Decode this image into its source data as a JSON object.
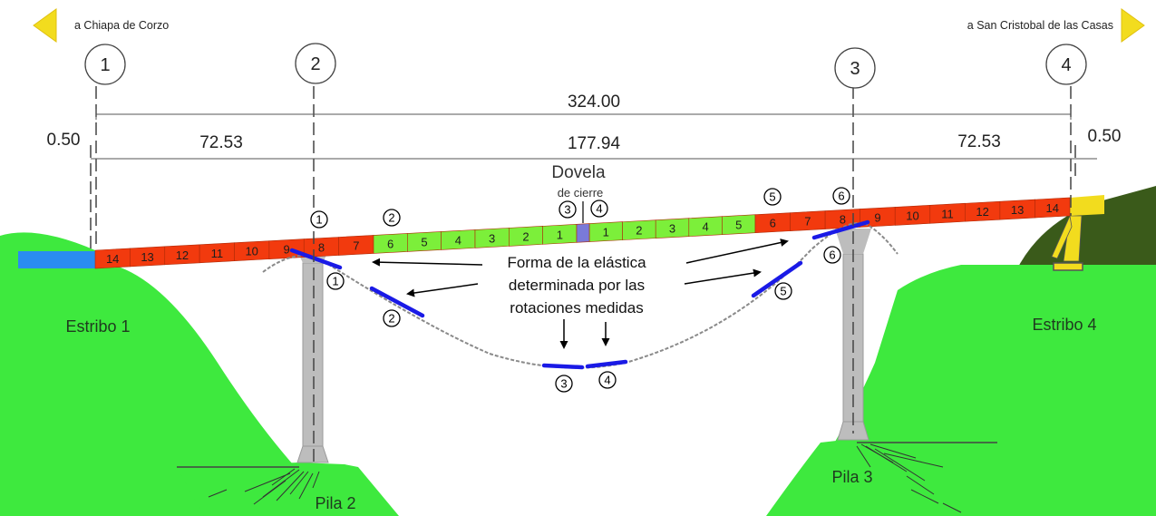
{
  "directions": {
    "left": "a Chiapa de Corzo",
    "right": "a San Cristobal de las Casas"
  },
  "axes": [
    "1",
    "2",
    "3",
    "4"
  ],
  "dimensions": {
    "total": "324.00",
    "left_offset": "0.50",
    "right_offset": "0.50",
    "span_left": "72.53",
    "span_center": "177.94",
    "span_right": "72.53"
  },
  "closure": {
    "line1": "Dovela",
    "line2": "de cierre"
  },
  "supports": {
    "abutment_left": "Estribo 1",
    "abutment_right": "Estribo 4",
    "pier_left": "Pila 2",
    "pier_right": "Pila 3"
  },
  "segments": {
    "left_red": [
      "14",
      "13",
      "12",
      "11",
      "10",
      "9",
      "8",
      "7"
    ],
    "left_green": [
      "6",
      "5",
      "4",
      "3",
      "2",
      "1"
    ],
    "right_green": [
      "1",
      "2",
      "3",
      "4",
      "5"
    ],
    "right_red": [
      "6",
      "7",
      "8",
      "9",
      "10",
      "11",
      "12",
      "13",
      "14"
    ]
  },
  "annotation": {
    "line1": "Forma de la elástica",
    "line2": "determinada por las",
    "line3": "rotaciones medidas"
  },
  "markers": {
    "deck": [
      "1",
      "2",
      "3",
      "4",
      "5",
      "6"
    ],
    "curve": [
      "1",
      "2",
      "3",
      "4",
      "5",
      "6"
    ]
  },
  "colors": {
    "terrain": "#3ee93e",
    "terrain_dark": "#3a5a1a",
    "segment_red": "#f23a0e",
    "segment_green": "#7cef3a",
    "closure": "#7a7ad8",
    "measurement": "#1a1ae6",
    "pier": "#bdbdbd",
    "arrow": "#f2dc1e",
    "end_left": "#2a8cf0",
    "end_right": "#f2dc1e"
  }
}
